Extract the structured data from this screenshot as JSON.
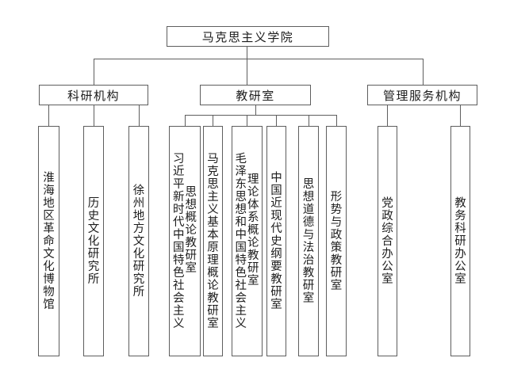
{
  "page": {
    "background": "#ffffff",
    "line_color": "#5e5e5e",
    "text_color": "#1c1c1c"
  },
  "org": {
    "root": {
      "label": "马克思主义学院"
    },
    "branches": [
      {
        "label": "科研机构",
        "children": [
          {
            "name": "淮海地区革命文化博物馆",
            "columns": [
              "淮海地区革命文化博物馆"
            ]
          },
          {
            "name": "历史文化研究所",
            "columns": [
              "历史文化研究所"
            ]
          },
          {
            "name": "徐州地方文化研究所",
            "columns": [
              "徐州地方文化研究所"
            ]
          }
        ]
      },
      {
        "label": "教研室",
        "children": [
          {
            "name": "习近平新时代中国特色社会主义思想概论教研室",
            "columns": [
              "习近平新时代中国特色社会主义",
              "思想概论教研室"
            ]
          },
          {
            "name": "马克思主义基本原理概论教研室",
            "columns": [
              "马克思主义基本原理概论教研室"
            ]
          },
          {
            "name": "毛泽东思想和中国特色社会主义理论体系概论教研室",
            "columns": [
              "毛泽东思想和中国特色社会主义",
              "理论体系概论教研室"
            ]
          },
          {
            "name": "中国近现代史纲要教研室",
            "columns": [
              "中国近现代史纲要教研室"
            ]
          },
          {
            "name": "思想道德与法治教研室",
            "columns": [
              "思想道德与法治教研室"
            ]
          },
          {
            "name": "形势与政策教研室",
            "columns": [
              "形势与政策教研室"
            ]
          }
        ]
      },
      {
        "label": "管理服务机构",
        "children": [
          {
            "name": "党政综合办公室",
            "columns": [
              "党政综合办公室"
            ]
          },
          {
            "name": "教务科研办公室",
            "columns": [
              "教务科研办公室"
            ]
          }
        ]
      }
    ]
  }
}
